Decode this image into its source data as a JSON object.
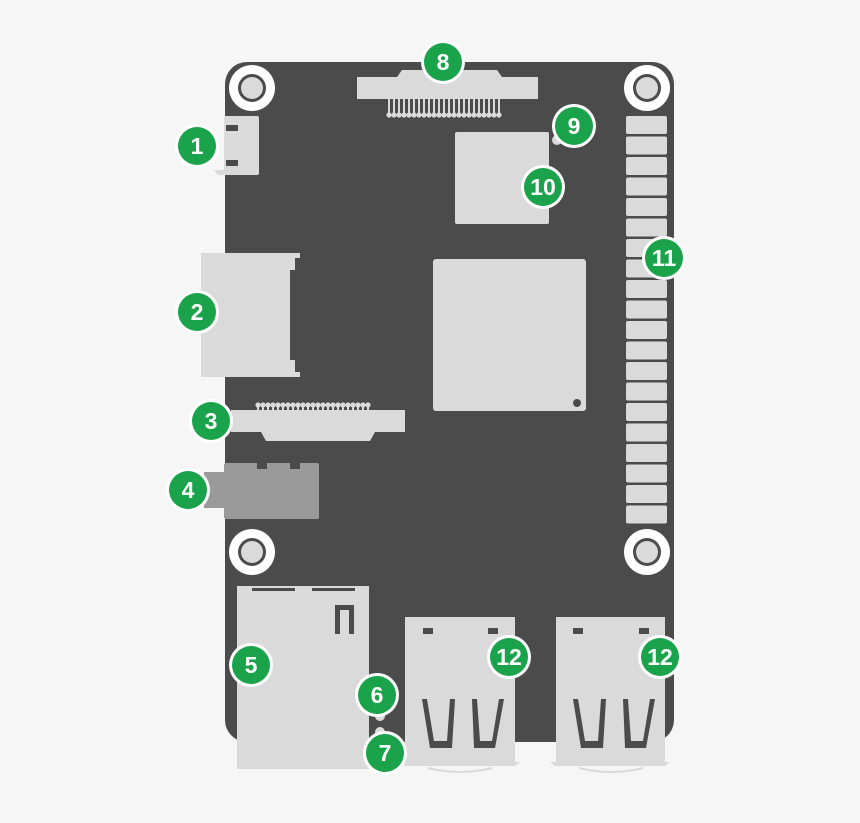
{
  "colors": {
    "background": "#f6f6f6",
    "board": "#4b4b4b",
    "component": "#dadada",
    "audio_jack": "#9a9a9a",
    "marker": "#1aa34a",
    "marker_text": "#ffffff"
  },
  "components": [
    {
      "number": "1",
      "part": "micro-usb-port"
    },
    {
      "number": "2",
      "part": "hdmi-port"
    },
    {
      "number": "3",
      "part": "display-connector"
    },
    {
      "number": "4",
      "part": "audio-jack"
    },
    {
      "number": "5",
      "part": "ethernet-port"
    },
    {
      "number": "6",
      "part": "status-led"
    },
    {
      "number": "7",
      "part": "power-led"
    },
    {
      "number": "8",
      "part": "camera-connector"
    },
    {
      "number": "9",
      "part": "board-led"
    },
    {
      "number": "10",
      "part": "memory-chip"
    },
    {
      "number": "11",
      "part": "gpio-header"
    },
    {
      "number": "12",
      "part": "usb-port-left"
    },
    {
      "number": "12",
      "part": "usb-port-right"
    }
  ]
}
